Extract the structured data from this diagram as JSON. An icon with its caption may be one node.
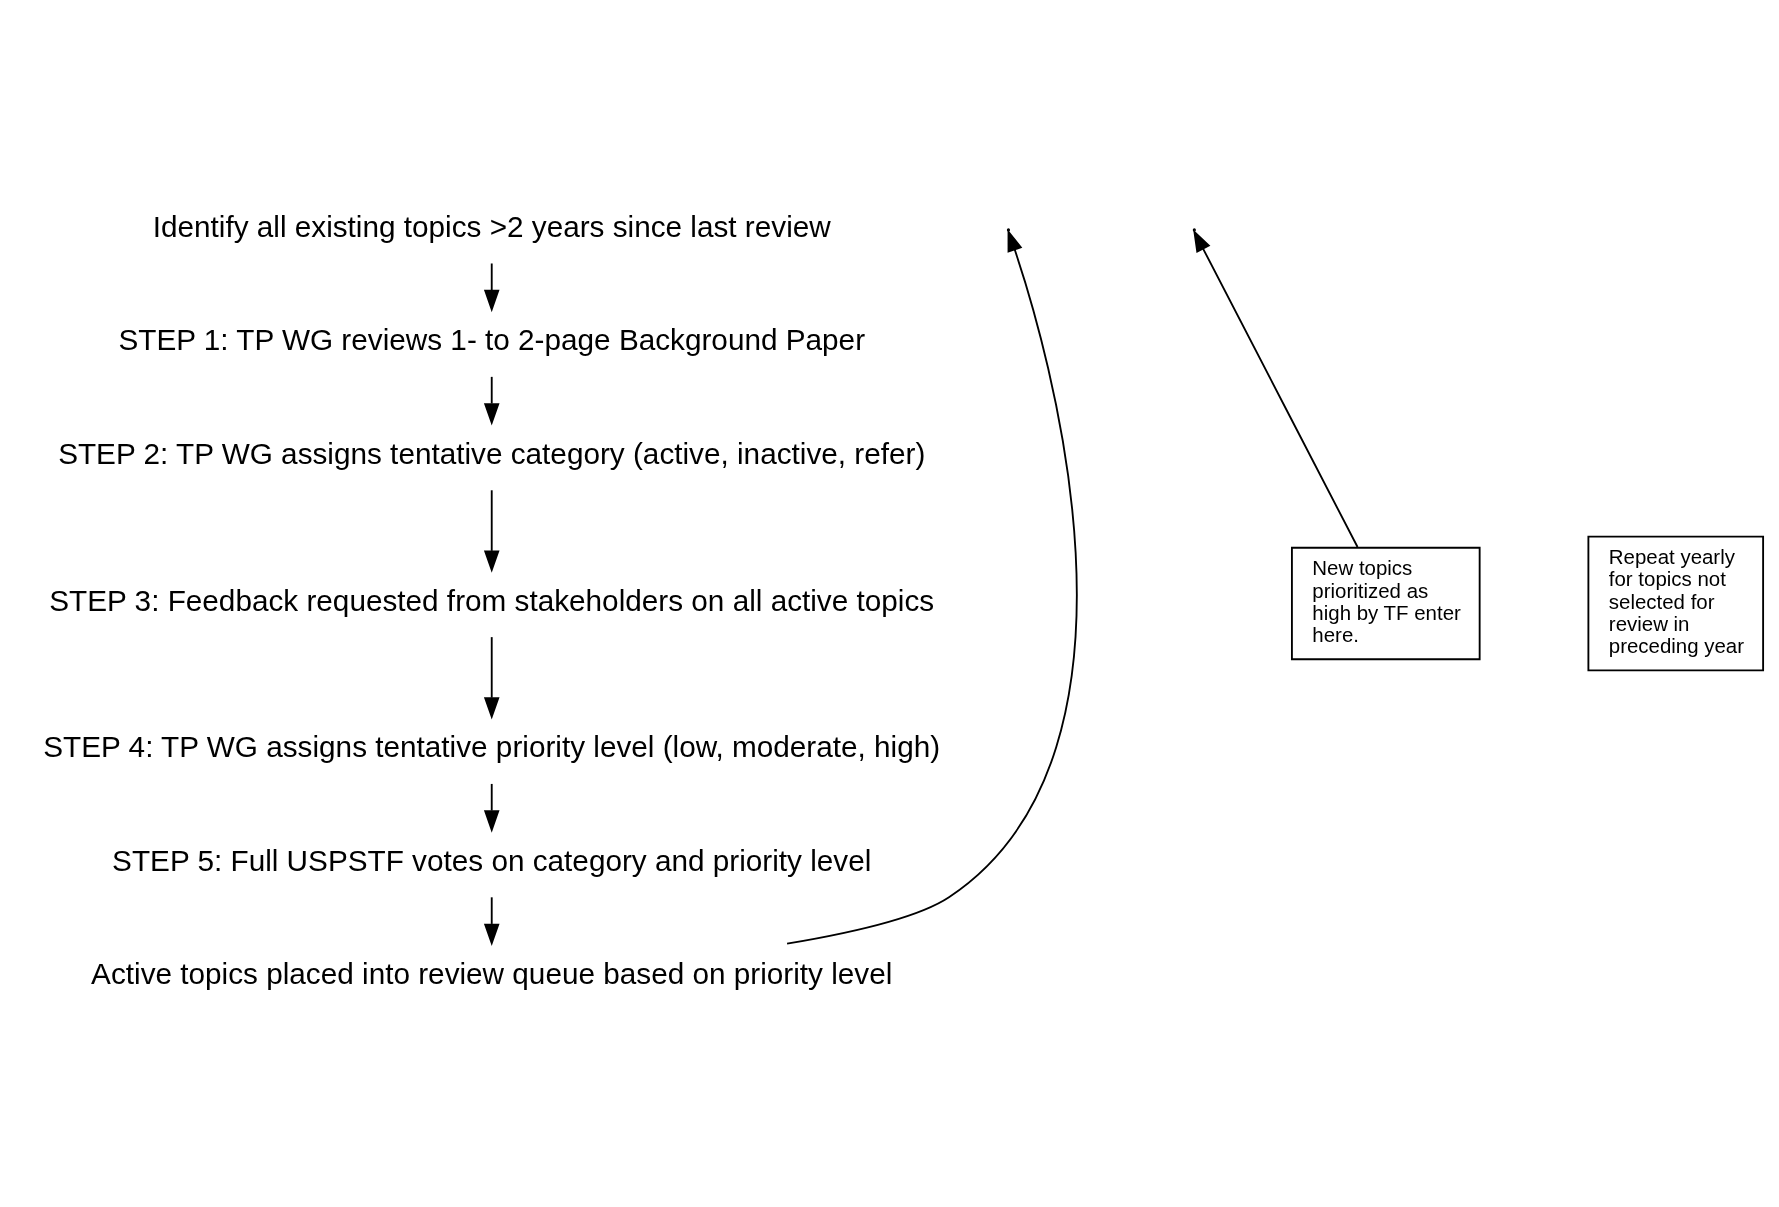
{
  "diagram": {
    "nodes": [
      {
        "text": [
          "Identify all existing topics >2 years since last review"
        ]
      },
      {
        "text": [
          "STEP 1: TP WG reviews 1- to 2-page Background Paper"
        ]
      },
      {
        "text": [
          "STEP 2: TP WG assigns tentative category (active, inactive, refer)"
        ]
      },
      {
        "text": [
          "STEP 3: Feedback requested from stakeholders on all active topics"
        ]
      },
      {
        "text": [
          "STEP 4: TP WG assigns tentative priority level (low, moderate, high)"
        ]
      },
      {
        "text": [
          "STEP 5: Full USPSTF votes on category and priority level"
        ]
      },
      {
        "text": [
          "Active topics placed into review queue based on priority level"
        ]
      },
      {
        "text": [
          "New topics prioritized as high by TF enter here."
        ]
      },
      {
        "text": [
          "Repeat yearly for topics not selected for review in preceding year"
        ]
      }
    ],
    "edges": [
      {
        "from": 0,
        "to": 1,
        "arrow": "to"
      },
      {
        "from": 1,
        "to": 2,
        "arrow": "to"
      },
      {
        "from": 2,
        "to": 3,
        "arrow": "to"
      },
      {
        "from": 3,
        "to": 4,
        "arrow": "to"
      },
      {
        "from": 4,
        "to": 5,
        "arrow": "to"
      },
      {
        "from": 5,
        "to": 6,
        "arrow": "to"
      },
      {
        "from": 7,
        "to": null,
        "arrow": "to"
      },
      {
        "from": 6,
        "to": null,
        "arrow": "to"
      }
    ]
  }
}
